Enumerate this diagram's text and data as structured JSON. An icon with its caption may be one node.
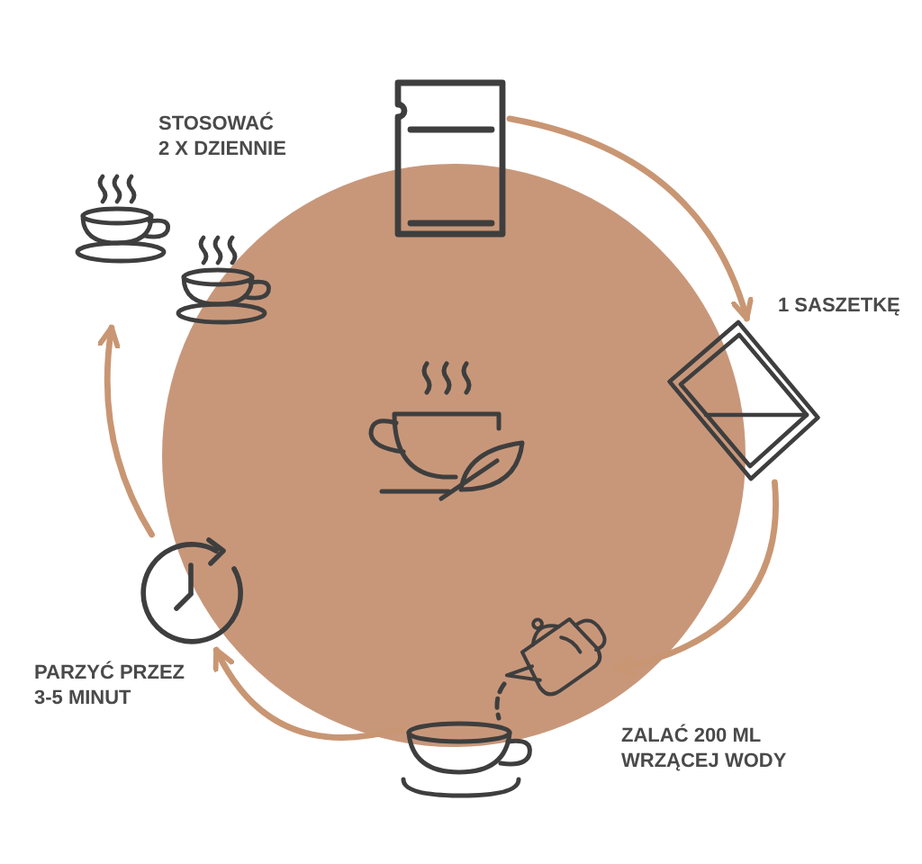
{
  "diagram": {
    "nodes": [
      {
        "text": [],
        "shape": "picture"
      },
      {
        "text": [],
        "shape": "picture",
        "beside": [
          "1 SASZETKĘ"
        ]
      },
      {
        "text": [],
        "shape": "picture",
        "beside": [
          "ZALAĆ 200 ML WRZĄCEJ WODY"
        ]
      },
      {
        "text": [],
        "shape": "picture",
        "beside": [
          "PARZYĆ PRZEZ 3-5 MINUT"
        ]
      },
      {
        "text": [],
        "shape": "picture",
        "beside": [
          "STOSOWAĆ 2 X DZIENNIE"
        ]
      },
      {
        "text": [],
        "shape": "picture"
      }
    ],
    "edges": [
      {
        "from": 0,
        "to": 1,
        "arrow": "to"
      },
      {
        "from": 1,
        "to": 2,
        "arrow": "to"
      },
      {
        "from": 2,
        "to": 3,
        "arrow": "to"
      },
      {
        "from": 3,
        "to": 4,
        "arrow": "to"
      }
    ]
  }
}
